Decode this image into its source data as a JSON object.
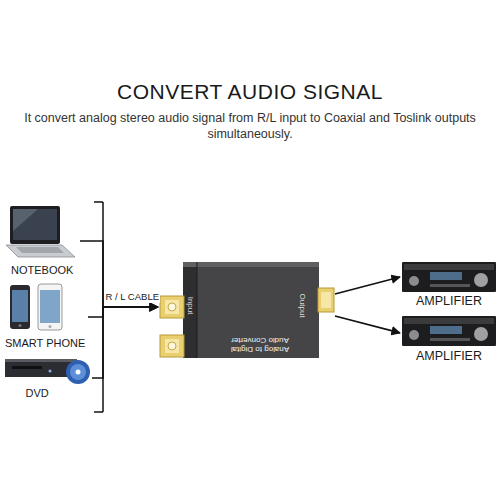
{
  "diagram": {
    "title": "CONVERT AUDIO SIGNAL",
    "caption": "It convert analog stereo audio signal from R/L input to Coaxial and Toslink outputs simultaneously.",
    "nodes": [
      {
        "text": [
          "NOTEBOOK"
        ]
      },
      {
        "text": [
          "SMART PHONE"
        ]
      },
      {
        "text": [
          "DVD"
        ]
      },
      {
        "text": [
          "Input",
          "Output",
          "Analog to Digital Audio Converter"
        ]
      },
      {
        "text": [
          "AMPLIFIER"
        ]
      },
      {
        "text": [
          "AMPLIFIER"
        ]
      }
    ],
    "edges": [
      {
        "from": 0,
        "to": 3,
        "arrow": "to"
      },
      {
        "from": 1,
        "to": 3,
        "label": "R / L CABLE",
        "arrow": "to"
      },
      {
        "from": 2,
        "to": 3,
        "arrow": "to"
      },
      {
        "from": 3,
        "to": 4,
        "arrow": "to"
      },
      {
        "from": 3,
        "to": 5,
        "arrow": "to"
      }
    ]
  }
}
